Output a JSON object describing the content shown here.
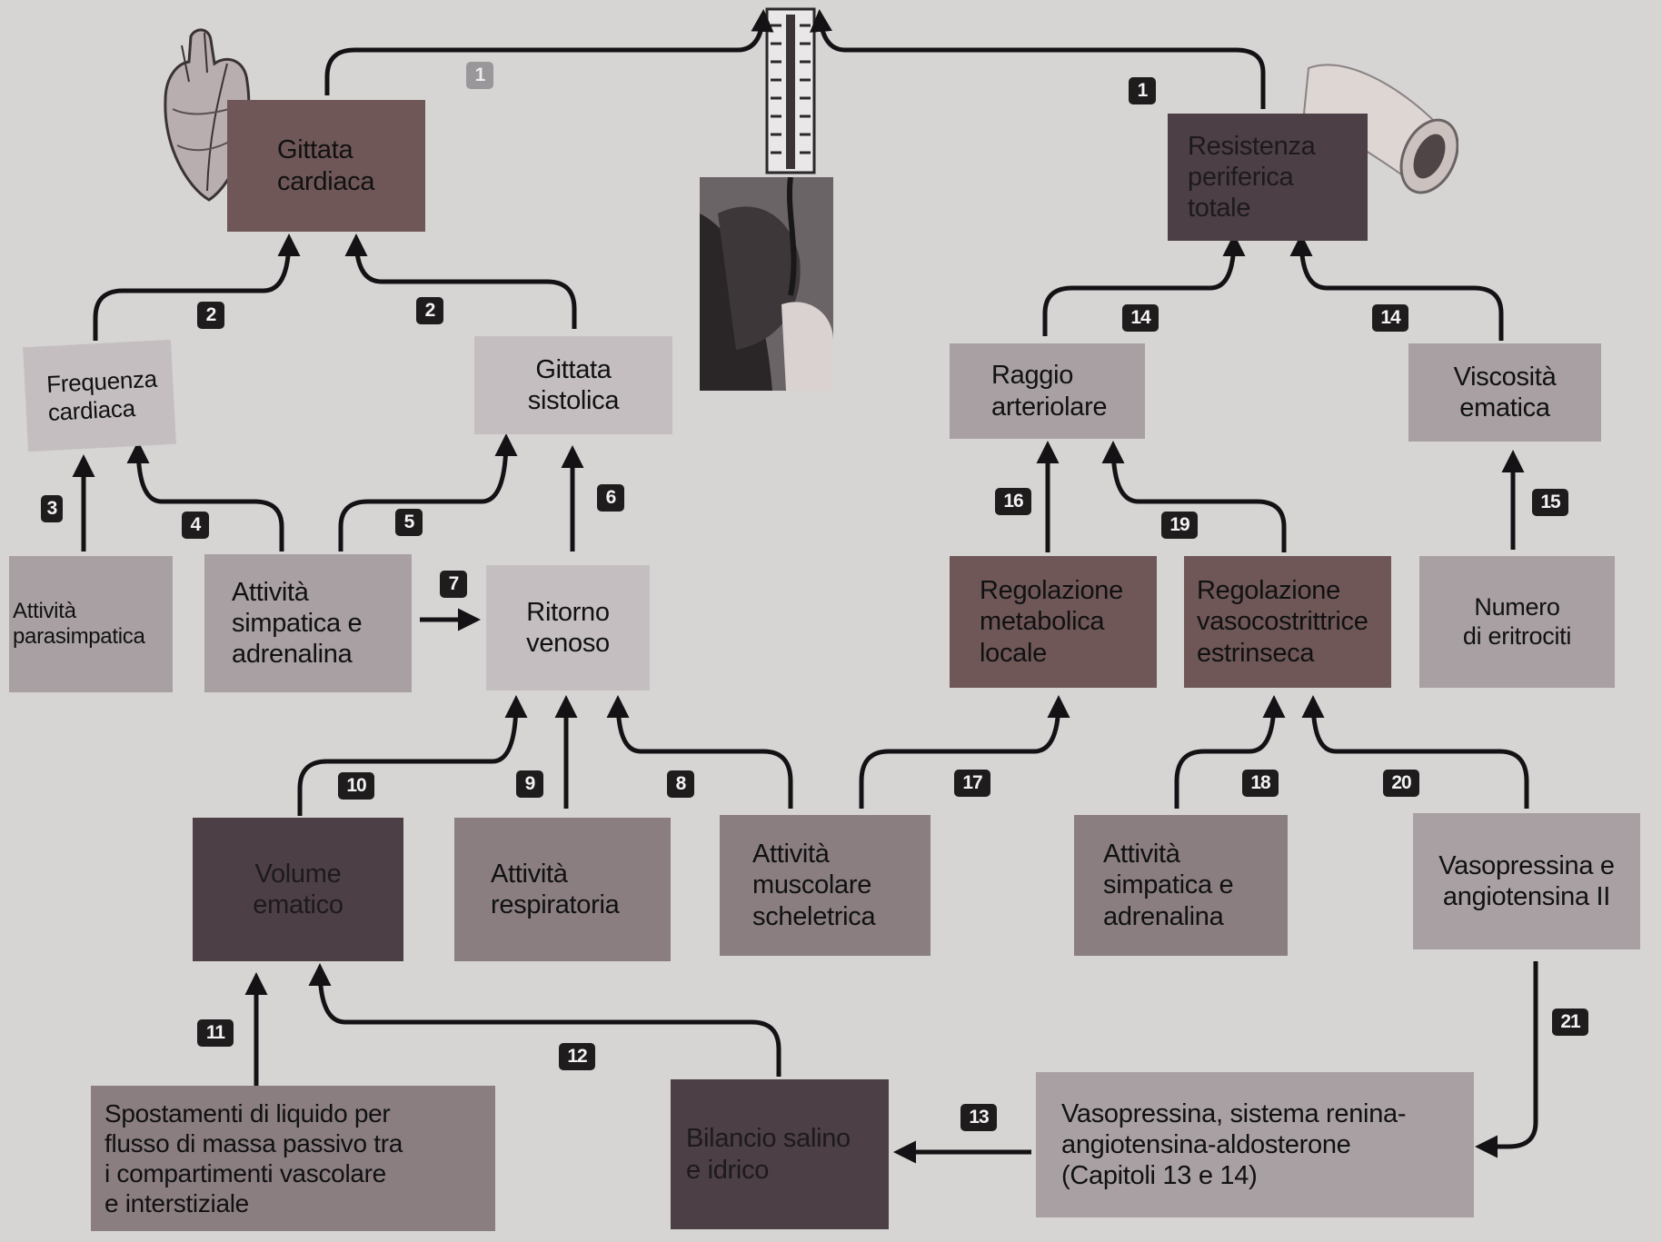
{
  "nodes": {
    "gittata_cardiaca": "Gittata\ncardiaca",
    "resistenza_periferica": "Resistenza\nperiferica\ntotale",
    "frequenza_cardiaca": "Frequenza\ncardiaca",
    "gittata_sistolica": "Gittata\nsistolica",
    "raggio_arteriolare": "Raggio\narteriolare",
    "viscosita_ematica": "Viscosità\nematica",
    "attivita_parasimpatica": "Attività\nparasimpatica",
    "attivita_simpatica_cuore": "Attività\nsimpatica e\nadrenalina",
    "ritorno_venoso": "Ritorno\nvenoso",
    "regolazione_metabolica": "Regolazione\nmetabolica\nlocale",
    "regolazione_vasocostrittrice": "Regolazione\nvasocostrittrice\nestrinseca",
    "numero_eritrociti": "Numero\ndi eritrociti",
    "volume_ematico": "Volume\nematico",
    "attivita_respiratoria": "Attività\nrespiratoria",
    "attivita_muscolare": "Attività\nmuscolare\nscheletrica",
    "attivita_simpatica_vasi": "Attività\nsimpatica e\nadrenalina",
    "vasopressina_angiotensina": "Vasopressina e\nangiotensina II",
    "spostamenti_liquido": "Spostamenti di liquido per\nflusso di massa passivo tra\ni compartimenti vascolare\ne interstiziale",
    "bilancio_salino": "Bilancio salino\ne idrico",
    "sistema_renina": "Vasopressina, sistema renina-\nangiotensina-aldosterone\n(Capitoli 13 e 14)"
  },
  "badges": {
    "b1_left": "1",
    "b1_right": "1",
    "b2_left": "2",
    "b2_right": "2",
    "b3": "3",
    "b4": "4",
    "b5": "5",
    "b6": "6",
    "b7": "7",
    "b8": "8",
    "b9": "9",
    "b10": "10",
    "b11": "11",
    "b12": "12",
    "b13": "13",
    "b14_left": "14",
    "b14_right": "14",
    "b15": "15",
    "b16": "16",
    "b17": "17",
    "b18": "18",
    "b19": "19",
    "b20": "20",
    "b21": "21"
  },
  "colors": {
    "dark_box": "#6f5758",
    "mid_box": "#8a7e81",
    "light_box": "#a9a0a4",
    "pale_box": "#c4bec1",
    "arrow": "#141214",
    "badge": "#1f1c1e"
  },
  "icons": [
    "heart-icon",
    "sphygmomanometer-icon",
    "blood-pressure-cuff-icon",
    "blood-vessel-icon"
  ]
}
